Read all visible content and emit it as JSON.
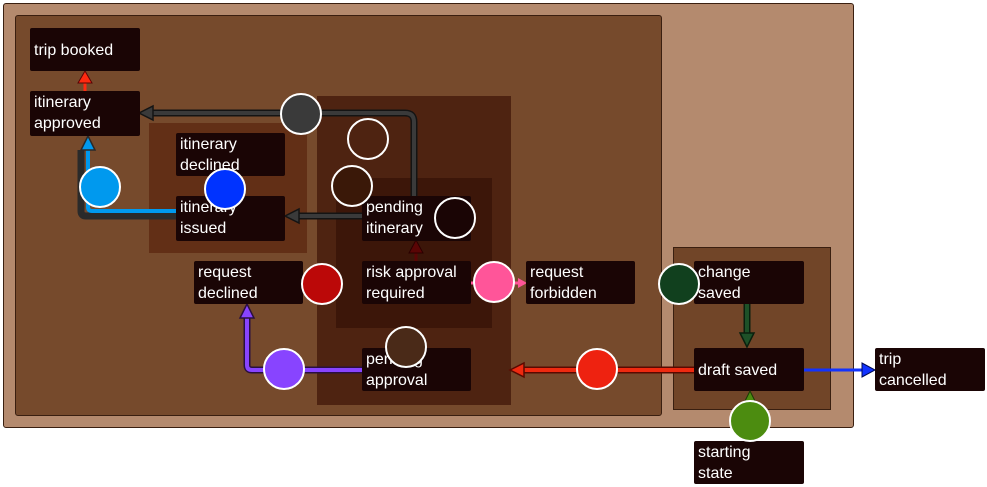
{
  "states": {
    "trip_booked": "trip booked",
    "itinerary_approved": "itinerary\napproved",
    "itinerary_declined": "itinerary\ndeclined",
    "itinerary_issued": "itinerary\nissued",
    "pending_itinerary": "pending\nitinerary",
    "request_declined": "request\ndeclined",
    "risk_approval_required": "risk approval\nrequired",
    "request_forbidden": "request\nforbidden",
    "change_saved": "change\nsaved",
    "pending_approval": "pending\napproval",
    "draft_saved": "draft saved",
    "trip_cancelled": "trip\ncancelled",
    "starting_state": "starting\nstate"
  },
  "colors": {
    "outer_region": "#b48a6e",
    "inner_region": "#764a2c",
    "approval_region": "#4e2311",
    "itinerary_group": "#622f16",
    "pending_group": "#3c1609",
    "draft_group": "#714528",
    "node_fill": "#1a0505",
    "node_text": "#ffffff",
    "handle_ring": "#ffffff"
  },
  "transitions": [
    {
      "name": "itinerary-approved-to-trip-booked",
      "color": "#ff2a10"
    },
    {
      "name": "pending-itinerary-to-itinerary-approved",
      "color": "#3a3a3a"
    },
    {
      "name": "pending-itinerary-to-itinerary-issued",
      "color": "#3a3a3a"
    },
    {
      "name": "itinerary-issued-to-itinerary-approved",
      "color": "#0099ee"
    },
    {
      "name": "risk-approval-to-pending-itinerary",
      "color": "#5a0505"
    },
    {
      "name": "pending-approval-to-request-declined",
      "color": "#8844ff"
    },
    {
      "name": "risk-approval-to-request-forbidden",
      "color": "#ff5599"
    },
    {
      "name": "change-saved-to-draft-saved",
      "color": "#1e5128"
    },
    {
      "name": "draft-saved-to-pending-approval",
      "color": "#ee2a10"
    },
    {
      "name": "draft-saved-to-trip-cancelled",
      "color": "#1133ff"
    },
    {
      "name": "starting-state-to-draft-saved",
      "color": "#4c8c10"
    }
  ],
  "handles": [
    {
      "name": "handle-dark-grey",
      "color": "#3a3a3a"
    },
    {
      "name": "handle-brown-upper",
      "color": "#4a2a18"
    },
    {
      "name": "handle-brown-lower",
      "color": "#3a1808"
    },
    {
      "name": "handle-black",
      "color": "#1a0505"
    },
    {
      "name": "handle-light-blue",
      "color": "#0099ee"
    },
    {
      "name": "handle-blue",
      "color": "#0033ff"
    },
    {
      "name": "handle-dark-red",
      "color": "#bb0808"
    },
    {
      "name": "handle-pink",
      "color": "#ff5599"
    },
    {
      "name": "handle-dark-green",
      "color": "#11401e"
    },
    {
      "name": "handle-brown-approval",
      "color": "#4a2a18"
    },
    {
      "name": "handle-purple",
      "color": "#8844ff"
    },
    {
      "name": "handle-red",
      "color": "#ee2210"
    },
    {
      "name": "handle-green",
      "color": "#4c8c10"
    }
  ]
}
